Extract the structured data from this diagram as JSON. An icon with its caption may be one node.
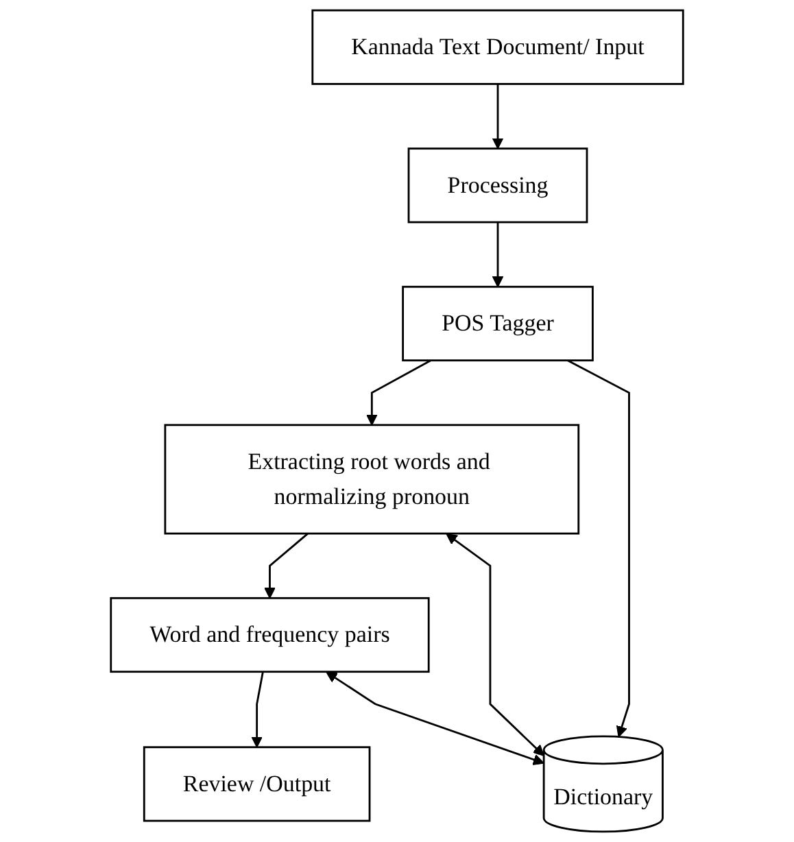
{
  "diagram": {
    "nodes": [
      {
        "text": [
          "Kannada Text Document/ Input"
        ]
      },
      {
        "text": [
          "Processing"
        ]
      },
      {
        "text": [
          "POS Tagger"
        ]
      },
      {
        "text": [
          "Extracting root words and normalizing pronoun"
        ]
      },
      {
        "text": [
          "Word and frequency pairs"
        ]
      },
      {
        "text": [
          "Review /Output"
        ]
      },
      {
        "text": [
          "Dictionary"
        ]
      }
    ],
    "edges": [
      {
        "from": 0,
        "to": 1,
        "arrow": "to"
      },
      {
        "from": 1,
        "to": 2,
        "arrow": "to"
      },
      {
        "from": 2,
        "to": 3,
        "arrow": "to"
      },
      {
        "from": 3,
        "to": 4,
        "arrow": "to"
      },
      {
        "from": 4,
        "to": 5,
        "arrow": "to"
      },
      {
        "from": 2,
        "to": 6,
        "arrow": "to"
      },
      {
        "from": 3,
        "to": 6,
        "arrow": "both"
      },
      {
        "from": 4,
        "to": 6,
        "arrow": "both"
      }
    ]
  }
}
